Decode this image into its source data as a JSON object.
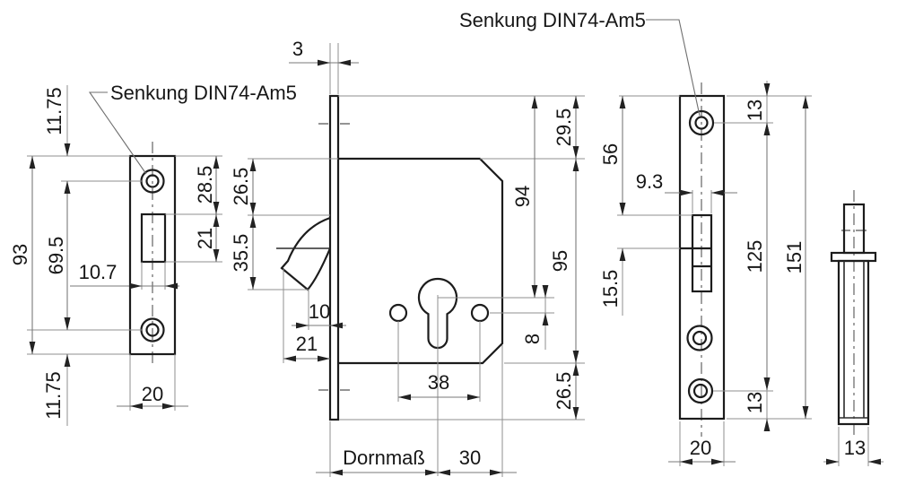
{
  "drawing": {
    "callout_left": "Senkung DIN74-Am5",
    "callout_top": "Senkung DIN74-Am5",
    "strike_plate": {
      "total_height": "93",
      "hole_spacing": "69.5",
      "top_hole_offset": "11.75",
      "bottom_hole_offset": "11.75",
      "slot_top_offset": "28.5",
      "slot_height": "21",
      "slot_width": "10.7",
      "plate_width": "20"
    },
    "lock_side": {
      "faceplate_thickness": "3",
      "case_top_offset": "26.5",
      "hook_opening_height": "35.5",
      "hook_tip_reach": "10",
      "hook_max_reach": "21",
      "hole_spacing": "38",
      "backset_label": "Dornmaß",
      "cylinder_to_back": "30",
      "top_margin": "29.5",
      "top_to_cylinder": "94",
      "case_height": "95",
      "cylinder_to_holes": "8",
      "bottom_margin": "26.5"
    },
    "lock_front": {
      "top_hole_offset": "13",
      "slot_top_offset": "56",
      "slot_width": "9.3",
      "hook_edge_offset": "15.5",
      "hole_spacing": "125",
      "total_height": "151",
      "bottom_hole_offset": "13",
      "width": "20"
    },
    "rod_view": {
      "width": "13"
    }
  }
}
